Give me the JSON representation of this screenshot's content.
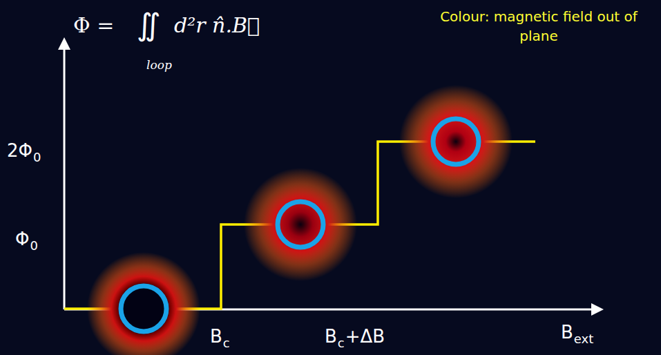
{
  "diagram": {
    "labels": [
      "Φ =",
      "∬",
      "loop",
      "d²r n̂.B⃗",
      "Colour: magnetic field out of plane",
      "2Φ",
      "0",
      "Φ",
      "0",
      "B",
      "ext",
      "B",
      "c",
      "B",
      "c",
      "+ΔB"
    ]
  }
}
